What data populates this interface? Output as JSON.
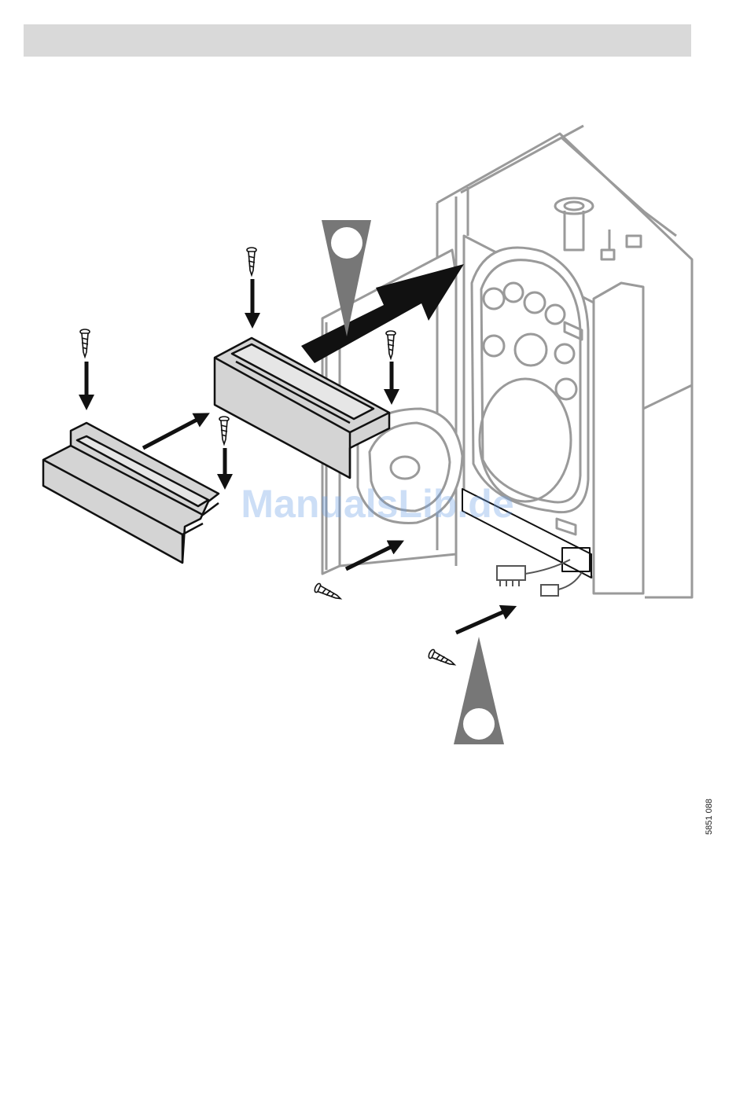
{
  "watermark": {
    "text": "ManualsLib.de"
  },
  "document": {
    "number": "5851 088"
  },
  "step_badges": [
    {
      "id": "step-1",
      "label": ""
    },
    {
      "id": "step-2",
      "label": ""
    }
  ],
  "colors": {
    "header_bar": "#d9d9d9",
    "part_fill": "#d4d4d4",
    "line": "#111111",
    "boiler_line": "#9a9a9a",
    "badge_fill": "#777777"
  }
}
